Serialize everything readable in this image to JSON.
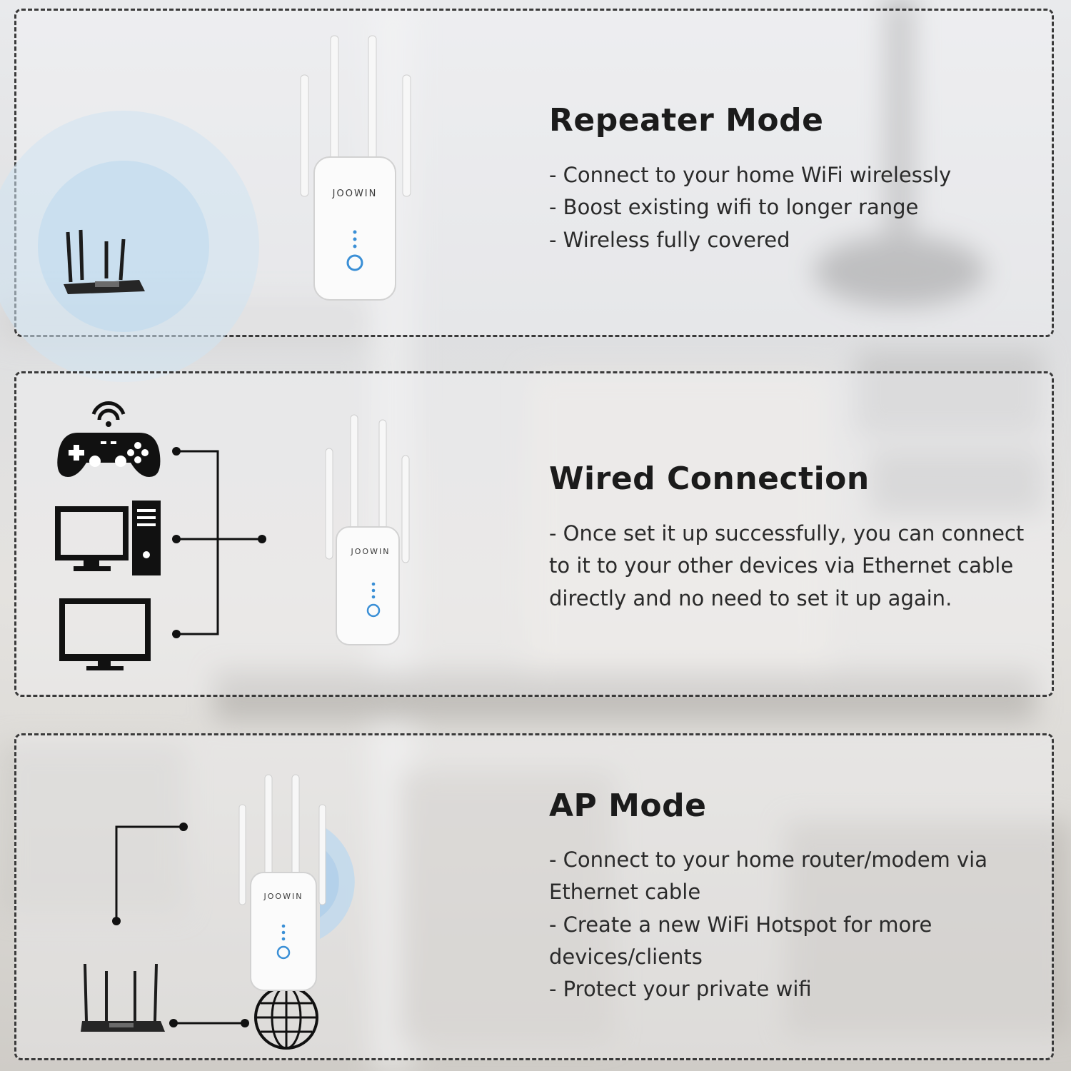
{
  "brand": "JOOWIN",
  "colors": {
    "accent": "#3a8fd6",
    "border": "#3a3a3a",
    "text": "#1b1b1b"
  },
  "sections": [
    {
      "title": "Repeater Mode",
      "lines": [
        "- Connect to your home WiFi wirelessly",
        "- Boost existing wifi to longer range",
        "- Wireless fully covered"
      ]
    },
    {
      "title": "Wired Connection",
      "lines": [
        "- Once set it up successfully, you can connect",
        "to it to your other devices via Ethernet cable",
        "directly and no need to set it up again."
      ]
    },
    {
      "title": "AP Mode",
      "lines": [
        "- Connect to your home router/modem via",
        "Ethernet cable",
        "- Create a new WiFi Hotspot for more",
        "devices/clients",
        "- Protect your private wifi"
      ]
    }
  ],
  "icons": [
    "router-icon",
    "wifi-extender-icon",
    "gamepad-icon",
    "desktop-pc-icon",
    "monitor-icon",
    "globe-icon",
    "wifi-signal-icon"
  ]
}
